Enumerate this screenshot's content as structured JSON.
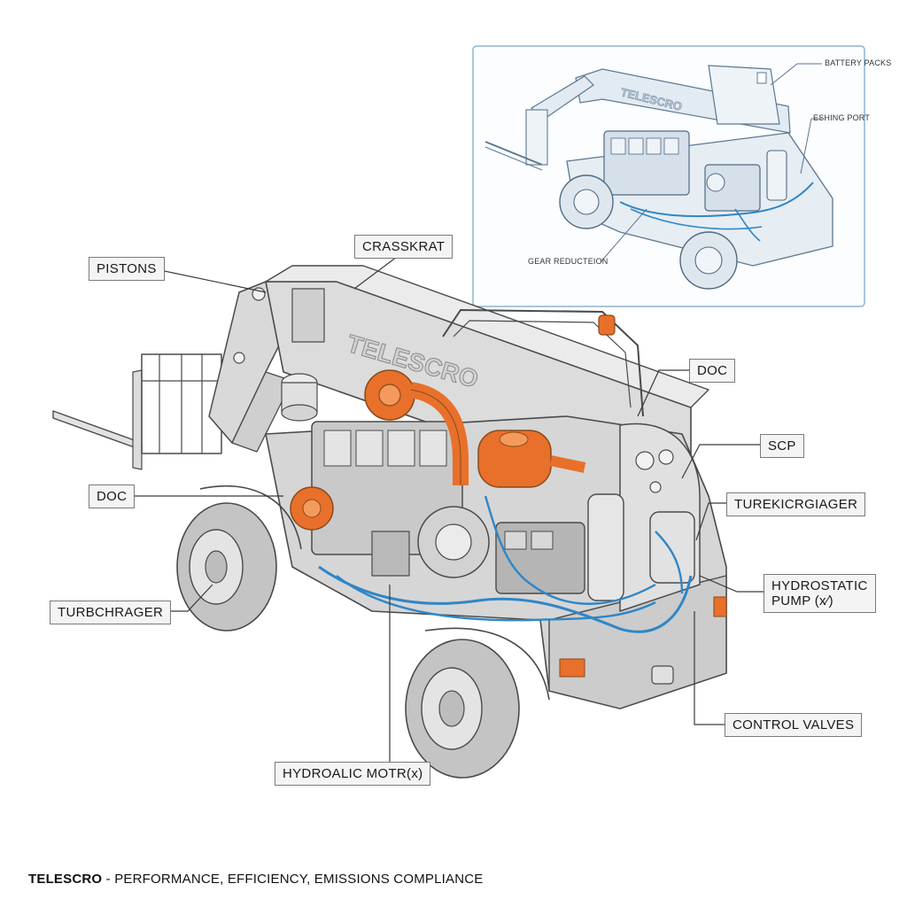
{
  "diagram": {
    "brand_text": "TELESCRO",
    "inset_brand_text": "TELESCRO",
    "callouts": {
      "pistons": "PISTONS",
      "crasskrat": "CRASSKRAT",
      "doc_top": "DOC",
      "scp": "SCP",
      "doc_left": "DOC",
      "turekicrgiager": "TUREKICRGIAGER",
      "hydrostatic_line1": "HYDROSTATIC",
      "hydrostatic_line2": "PUMP (x⁄)",
      "turbchrager": "TURBCHRAGER",
      "control_valves": "CONTROL VALVES",
      "hydroalic_motor": "HYDROALIC MOTR(x)"
    },
    "inset_labels": {
      "battery_packs": "BATTERY PACKS",
      "eshing_port": "ESHING PORT",
      "gear_reduction": "GEAR REDUCTEION"
    },
    "caption": {
      "brand": "TELESCRO",
      "text": " - PERFORMANCE, EFFICIENCY, EMISSIONS COMPLIANCE"
    }
  },
  "colors": {
    "accent_orange": "#e8702a",
    "hydraulic_blue": "#2f86c6",
    "body_gray": "#d6d6d6",
    "outline": "#4a4a4a",
    "inset_border": "#8fb3cf"
  }
}
